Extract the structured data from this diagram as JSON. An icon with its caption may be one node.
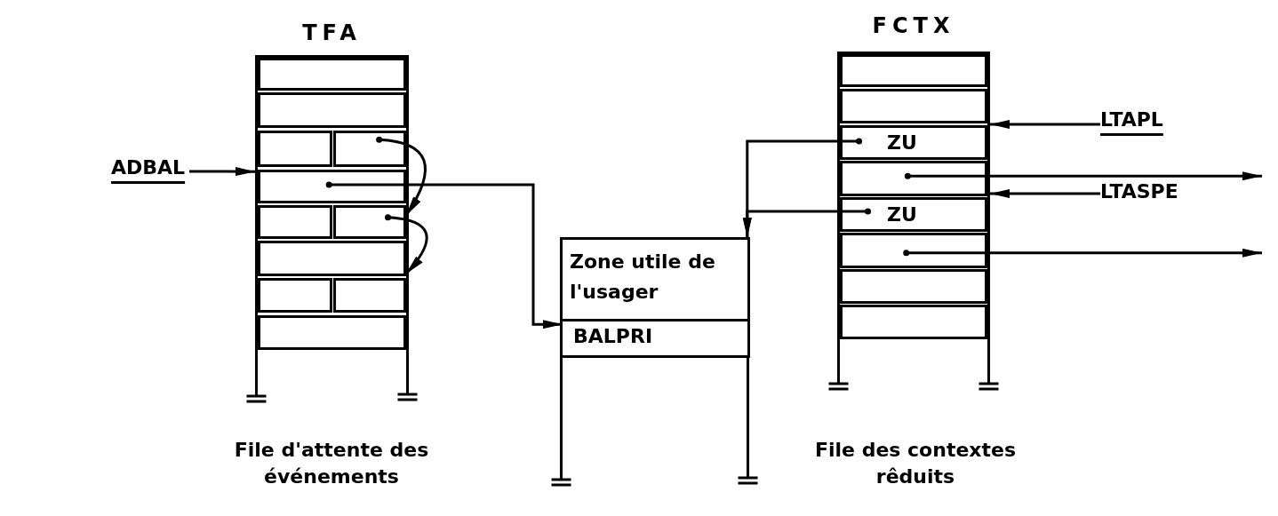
{
  "diagram": {
    "nodes": [
      {
        "text": [
          "TFA"
        ]
      },
      {
        "text": [],
        "shape": "box",
        "in": 0
      },
      {
        "text": [],
        "shape": "box",
        "in": 0
      },
      {
        "text": [],
        "shape": "box",
        "in": 0
      },
      {
        "text": [],
        "shape": "box",
        "in": 0
      },
      {
        "text": [],
        "shape": "box",
        "in": 0
      },
      {
        "text": [],
        "shape": "box",
        "in": 0
      },
      {
        "text": [],
        "shape": "box",
        "in": 0
      },
      {
        "text": [],
        "shape": "box",
        "in": 0
      },
      {
        "text": [],
        "shape": "box",
        "in": 0
      },
      {
        "text": [],
        "shape": "box",
        "in": 0
      },
      {
        "text": [],
        "shape": "box",
        "in": 0
      },
      {
        "text": [
          "ADBAL"
        ]
      },
      {
        "text": [
          "Zone utile de l'usager"
        ]
      },
      {
        "text": [
          "BALPRI"
        ],
        "in": 13
      },
      {
        "text": [
          "FCTX"
        ]
      },
      {
        "text": [],
        "shape": "box",
        "in": 15
      },
      {
        "text": [],
        "shape": "box",
        "in": 15
      },
      {
        "text": [
          "ZU"
        ],
        "in": 15
      },
      {
        "text": [],
        "shape": "box",
        "in": 15
      },
      {
        "text": [
          "ZU"
        ],
        "in": 15
      },
      {
        "text": [],
        "shape": "box",
        "in": 15
      },
      {
        "text": [],
        "shape": "box",
        "in": 15
      },
      {
        "text": [],
        "shape": "box",
        "in": 15
      },
      {
        "text": [
          "LTAPL"
        ]
      },
      {
        "text": [
          "LTASPE"
        ]
      }
    ],
    "edges": [
      {
        "from": 12,
        "to": 0,
        "arrow": "to"
      },
      {
        "from": 4,
        "to": 7,
        "arrow": "to"
      },
      {
        "from": 7,
        "to": 8,
        "arrow": "to"
      },
      {
        "from": 5,
        "to": 14,
        "arrow": "to"
      },
      {
        "from": 18,
        "to": 13,
        "arrow": "to"
      },
      {
        "from": 20,
        "to": 13,
        "arrow": "to"
      },
      {
        "from": 24,
        "to": 15,
        "arrow": "to"
      },
      {
        "from": 25,
        "to": 15,
        "arrow": "to"
      },
      {
        "from": 19,
        "to": null,
        "arrow": "to"
      },
      {
        "from": 21,
        "to": null,
        "arrow": "to"
      }
    ],
    "labels": [
      "File d'attente des événements",
      "File des contextes rêduits"
    ]
  }
}
